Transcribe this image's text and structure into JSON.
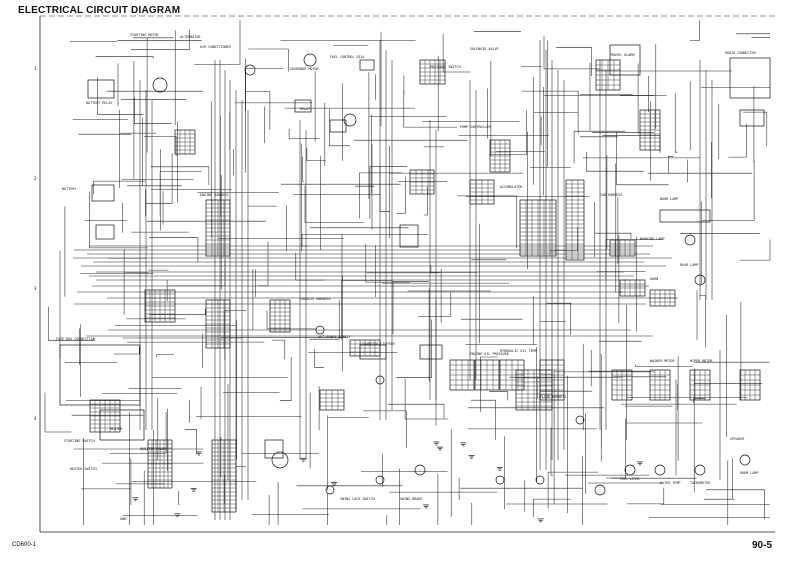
{
  "title": "ELECTRICAL CIRCUIT DIAGRAM",
  "page_number": "90-5",
  "footer_code": "CD600-1",
  "border_marks": [
    "1",
    "2",
    "3",
    "4"
  ],
  "labels": {
    "fuse_box": "FUSE BOX CONNECTION",
    "starting_switch": "STARTING SWITCH",
    "heater_switch": "HEATER SWITCH",
    "battery": "BATTERY",
    "battery_relay": "BATTERY RELAY",
    "alternator": "ALTERNATOR",
    "starting_motor": "STARTING MOTOR",
    "engine_harness": "ENGINE HARNESS",
    "chassis_harness": "CHASSIS HARNESS",
    "floor_harness": "FLOOR HARNESS",
    "radio_connector": "RADIO CONNECTOR",
    "working_lamp": "WORKING LAMP",
    "horn": "HORN",
    "travel_alarm": "TRAVEL ALARM",
    "cab_harness": "CAB HARNESS",
    "pump_controller": "PUMP CONTROLLER",
    "monitor_panel": "MONITOR PANEL",
    "wiper_motor": "WIPER MOTOR",
    "washer_motor": "WASHER MOTOR",
    "fuel_level": "FUEL LEVEL",
    "water_temp": "WATER TEMP",
    "oil_pressure": "ENGINE OIL PRESSURE",
    "hydraulic_temp": "HYDRAULIC OIL TEMP",
    "swing_lock": "SWING LOCK SWITCH",
    "power_supply": "OPT POWER SUPPLY",
    "cigarette_lighter": "CIGARETTE LIGHTER",
    "room_lamp": "ROOM LAMP",
    "speaker": "SPEAKER",
    "governor_motor": "GOVERNOR MOTOR",
    "fuel_control_dial": "FUEL CONTROL DIAL",
    "solenoid_valve": "SOLENOID VALVE",
    "pressure_switch": "PRESSURE SWITCH",
    "accumulator": "ACCUMULATOR",
    "tachometer": "TACHOMETER",
    "boom_lamp": "BOOM LAMP",
    "rear_lamp": "REAR LAMP",
    "swing_brake": "SWING BRAKE",
    "heater": "HEATER",
    "air_con": "AIR CONDITIONER",
    "relay": "RELAY",
    "ground": "GND"
  }
}
